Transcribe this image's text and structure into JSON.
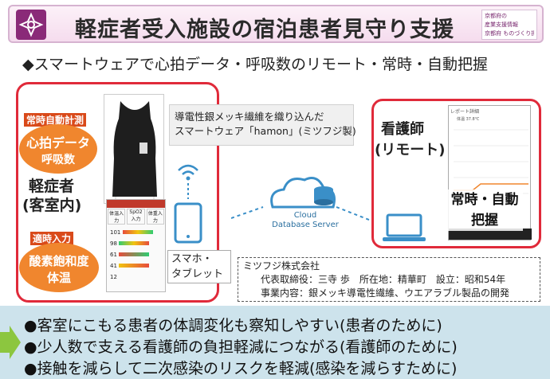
{
  "header": {
    "title": "軽症者受入施設の宿泊患者見守り支援",
    "org_lines": [
      "京都府の",
      "産業支援情報",
      "京都府 ものづくり振興課"
    ]
  },
  "subtitle": "◆スマートウェアで心拍データ・呼吸数のリモート・常時・自動把握",
  "left": {
    "tag_top": "常時自動計測",
    "blob_top_line1": "心拍データ",
    "blob_top_line2": "呼吸数",
    "patient_line1": "軽症者",
    "patient_line2": "(客室内)",
    "tag_bottom": "適時入力",
    "blob_bottom_line1": "酸素飽和度",
    "blob_bottom_line2": "体温"
  },
  "wear_label": {
    "line1": "導電性銀メッキ繊維を織り込んだ",
    "line2": "スマートウェア「hamon」(ミツフジ製)"
  },
  "device_label": {
    "line1": "スマホ・",
    "line2": "タブレット"
  },
  "cloud": {
    "line1": "Cloud",
    "line2": "Database Server"
  },
  "nurse": {
    "line1": "看護師",
    "line2": "(リモート)",
    "line3": "常時・自動",
    "line4": "把握"
  },
  "report": {
    "title": "レポート詳細",
    "labels": [
      "体温",
      "37.8℃"
    ]
  },
  "phone": {
    "headers": [
      "体温入力",
      "SpO2入力",
      "体重入力"
    ],
    "values": [
      "101",
      "98",
      "61",
      "41",
      "12"
    ]
  },
  "company": {
    "line1": "ミツフジ株式会社",
    "line2": "代表取締役：三寺 歩　所在地：精華町　設立：昭和54年",
    "line3": "事業内容：銀メッキ導電性繊維、ウエアラブル製品の開発"
  },
  "bullets": [
    "●客室にこもる患者の体調変化も察知しやすい(患者のために)",
    "●少人数で支える看護師の負担軽減につながる(看護師のために)",
    "●接触を減らして二次感染のリスクを軽減(感染を減らすために)"
  ],
  "colors": {
    "accent_red": "#e02a3a",
    "accent_orange": "#f0862e",
    "bottom_bg": "#cde3ec",
    "header_purple": "#8a2a78"
  }
}
